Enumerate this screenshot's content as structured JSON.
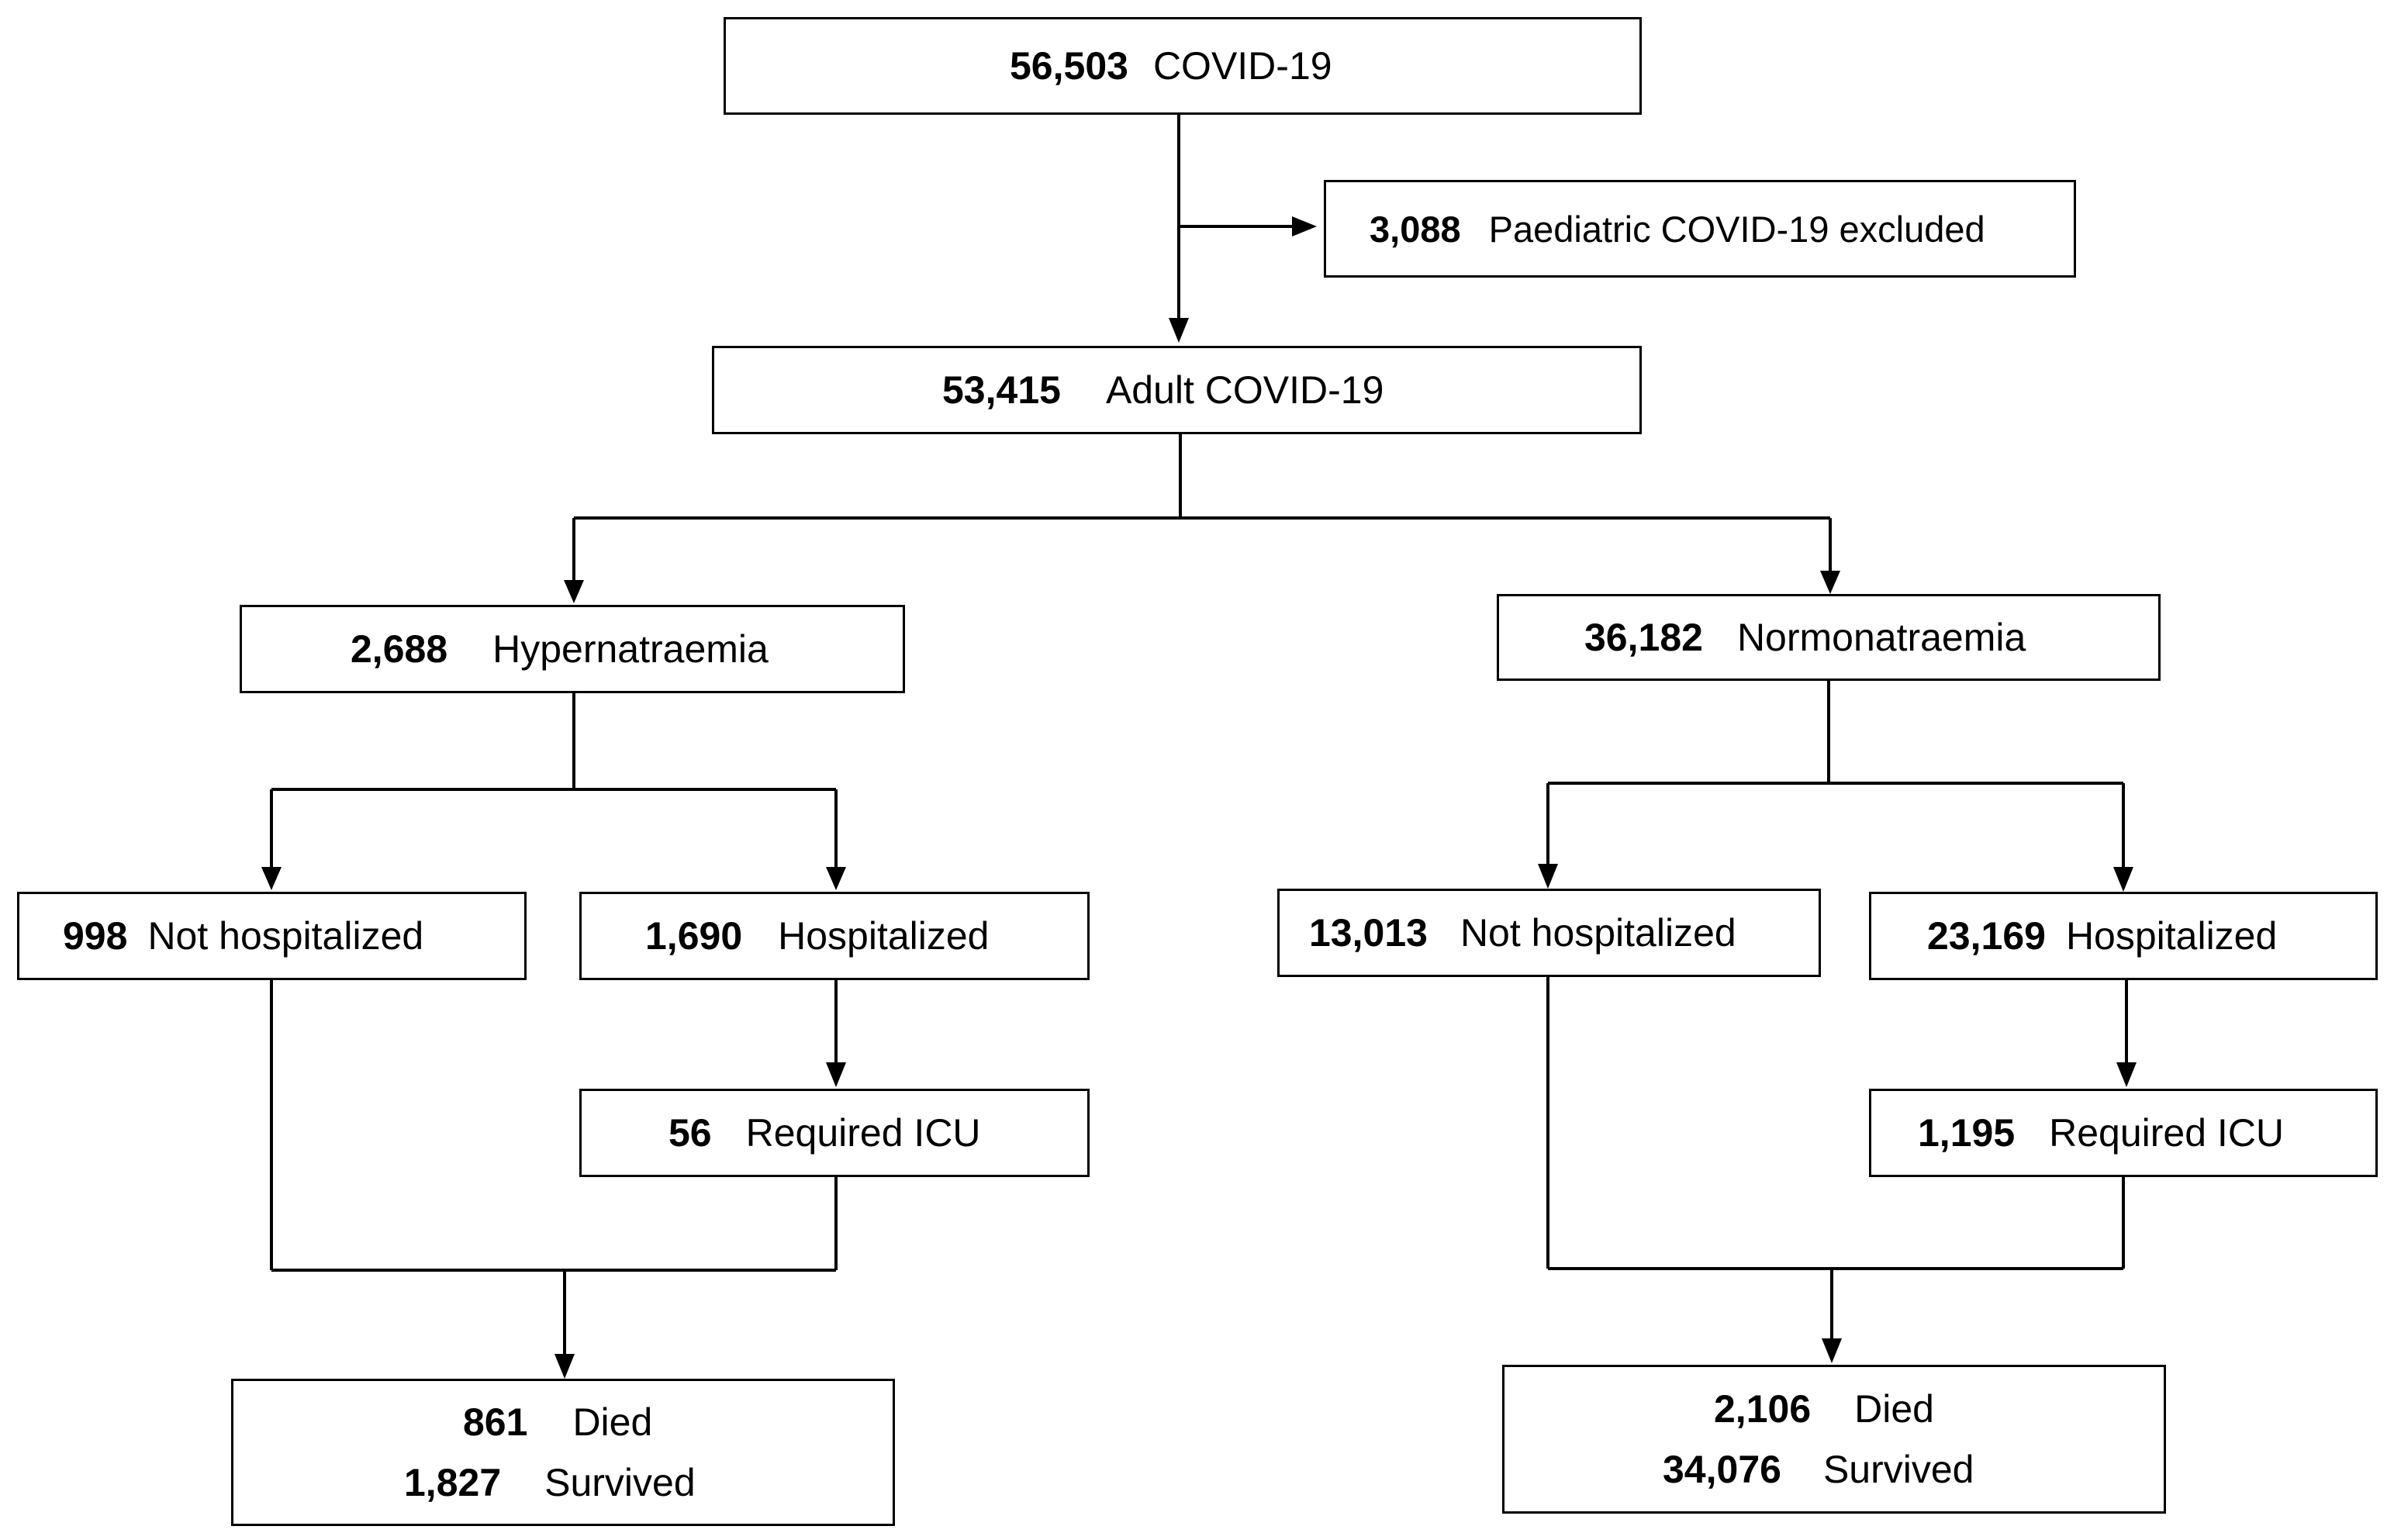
{
  "colors": {
    "line": "#000000",
    "box_fill": "#ffffff",
    "background": "#ffffff"
  },
  "nodes": {
    "total": {
      "count": "56,503",
      "label": "COVID-19"
    },
    "excluded": {
      "count": "3,088",
      "label": "Paediatric COVID-19 excluded"
    },
    "adult": {
      "count": "53,415",
      "label": "Adult COVID-19"
    },
    "hyper": {
      "count": "2,688",
      "label": "Hypernatraemia"
    },
    "normo": {
      "count": "36,182",
      "label": "Normonatraemia"
    },
    "hyper_nothosp": {
      "count": "998",
      "label": "Not hospitalized"
    },
    "hyper_hosp": {
      "count": "1,690",
      "label": "Hospitalized"
    },
    "hyper_icu": {
      "count": "56",
      "label": "Required ICU"
    },
    "normo_nothosp": {
      "count": "13,013",
      "label": "Not hospitalized"
    },
    "normo_hosp": {
      "count": "23,169",
      "label": "Hospitalized"
    },
    "normo_icu": {
      "count": "1,195",
      "label": "Required ICU"
    },
    "hyper_outcome": {
      "died_count": "861",
      "died_label": "Died",
      "survived_count": "1,827",
      "survived_label": "Survived"
    },
    "normo_outcome": {
      "died_count": "2,106",
      "died_label": "Died",
      "survived_count": "34,076",
      "survived_label": "Survived"
    }
  }
}
